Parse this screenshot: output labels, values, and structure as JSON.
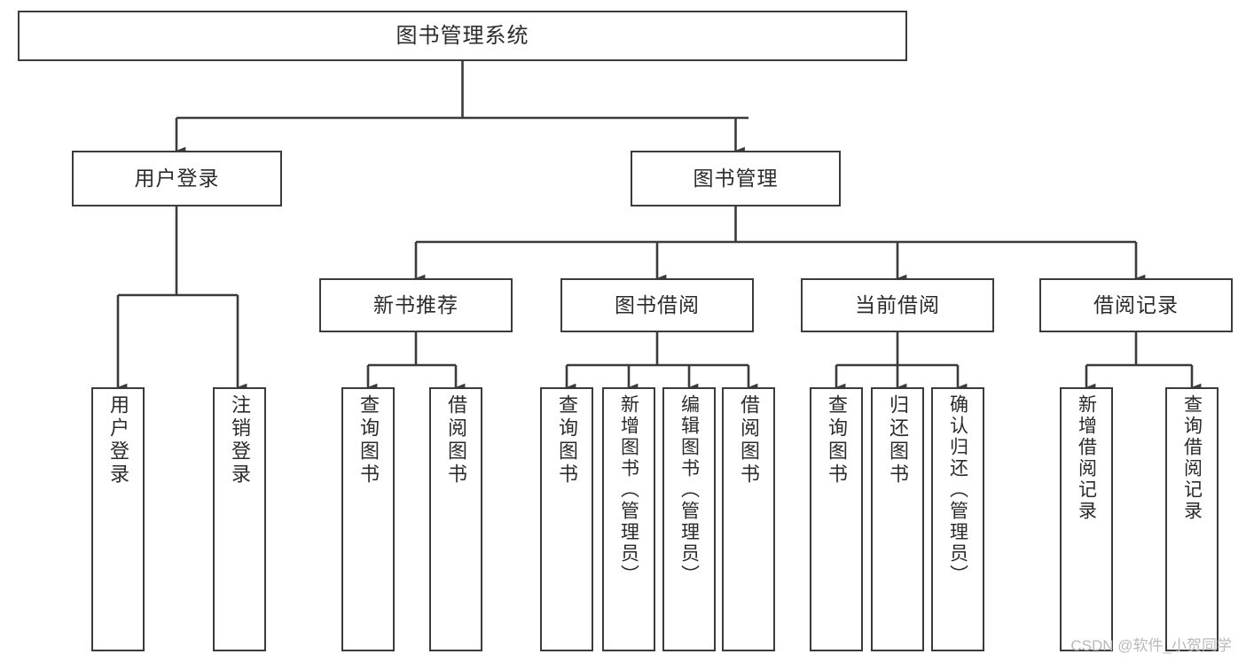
{
  "diagram": {
    "title": "图书管理系统",
    "watermark": "CSDN @软件_小贺同学",
    "line_color": "#3b3b3b",
    "box_border_color": "#3b3b3b",
    "text_color": "#2b2b2b",
    "background": "#ffffff"
  },
  "nodes": {
    "root": {
      "label": "图书管理系统"
    },
    "level2": [
      {
        "label": "用户登录"
      },
      {
        "label": "图书管理"
      }
    ],
    "level3": [
      {
        "label": "新书推荐"
      },
      {
        "label": "图书借阅"
      },
      {
        "label": "当前借阅"
      },
      {
        "label": "借阅记录"
      }
    ],
    "leaves": {
      "user_login": [
        {
          "label": "用户登录"
        },
        {
          "label": "注销登录"
        }
      ],
      "new_book": [
        {
          "label": "查询图书"
        },
        {
          "label": "借阅图书"
        }
      ],
      "book_borrow": [
        {
          "label": "查询图书"
        },
        {
          "label": "新增图书（管理员）"
        },
        {
          "label": "编辑图书（管理员）"
        },
        {
          "label": "借阅图书"
        }
      ],
      "current_borrow": [
        {
          "label": "查询图书"
        },
        {
          "label": "归还图书"
        },
        {
          "label": "确认归还（管理员）"
        }
      ],
      "borrow_record": [
        {
          "label": "新增借阅记录"
        },
        {
          "label": "查询借阅记录"
        }
      ]
    }
  }
}
